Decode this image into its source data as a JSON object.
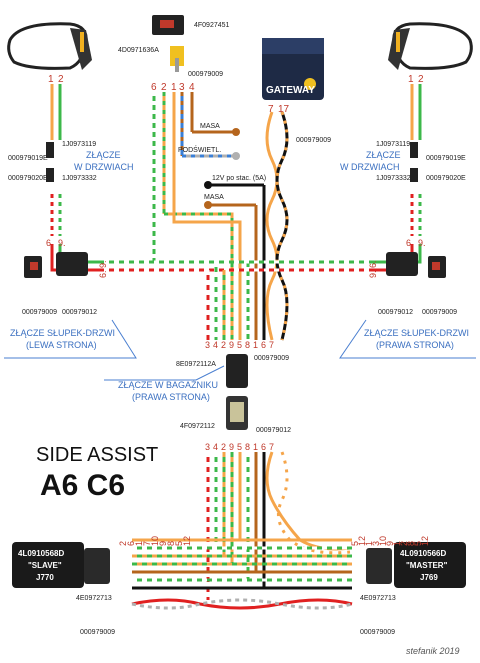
{
  "title": {
    "line1": "SIDE ASSIST",
    "line2": "A6 C6"
  },
  "signature": "stefanik 2019",
  "parts": {
    "top_connector_code": "4F0927451",
    "top_connector_alt": "4D0971636A",
    "top_pin_code": "000979009",
    "gateway_label": "GATEWAY",
    "gateway_pin_code": "000979009",
    "door_left": {
      "label_line1": "ZŁĄCZE",
      "label_line2": "W DRZWIACH",
      "code_a": "1J0973119",
      "code_b": "000979019E",
      "code_c": "000979020E",
      "code_d": "1J0973332"
    },
    "door_right": {
      "label_line1": "ZŁĄCZE",
      "label_line2": "W DRZWIACH",
      "code_a": "1J0973119",
      "code_b": "000979019E",
      "code_c": "1J0973332",
      "code_d": "000979020E"
    },
    "pillar_left": {
      "label_line1": "ZŁĄCZE SŁUPEK-DRZWI",
      "label_line2": "(LEWA STRONA)",
      "pin_a": "000979009",
      "pin_b": "000979012"
    },
    "pillar_right": {
      "label_line1": "ZŁĄCZE SŁUPEK-DRZWI",
      "label_line2": "(PRAWA STRONA)",
      "pin_a": "000979012",
      "pin_b": "000979009"
    },
    "trunk": {
      "code_top": "8E0972112A",
      "pin_top": "000979009",
      "label_line1": "ZŁĄCZE W BAGAŻNIKU",
      "label_line2": "(PRAWA STRONA)",
      "code_bottom": "4F0972112",
      "pin_bottom": "000979012"
    },
    "slave": {
      "code": "4L0910568D",
      "name": "\"SLAVE\"",
      "id": "J770",
      "conn": "4E0972713",
      "pin": "000979009"
    },
    "master": {
      "code": "4L0910566D",
      "name": "\"MASTER\"",
      "id": "J769",
      "conn": "4E0972713",
      "pin": "000979009"
    }
  },
  "wire_labels": {
    "masa_1": "MASA",
    "podswietl": "PODŚWIETL.",
    "power": "12V po stac. (5A)",
    "masa_2": "MASA"
  },
  "pin_numbers": {
    "top_connector": [
      "6",
      "2",
      "1",
      "3",
      "4"
    ],
    "gateway": [
      "7",
      "17"
    ],
    "mirror_left": [
      "1",
      "2"
    ],
    "mirror_right": [
      "1",
      "2"
    ],
    "door_left_bottom": [
      "6.",
      "9."
    ],
    "door_right_bottom": [
      "6.",
      "9."
    ],
    "pillar_left_side": [
      "9.",
      "6."
    ],
    "pillar_right_side": [
      "6.",
      "9."
    ],
    "trunk_top_row": [
      "3",
      "4",
      "2",
      "9",
      "5",
      "8",
      "1",
      "6",
      "7"
    ],
    "trunk_bottom_row": [
      "3",
      "4",
      "2",
      "9",
      "5",
      "8",
      "1",
      "6",
      "7"
    ],
    "slave_side": [
      "2",
      "6",
      "1",
      "7",
      "10",
      "9",
      "8",
      "5",
      "12"
    ],
    "master_side": [
      "5",
      "12",
      "1",
      "3",
      "10",
      "9",
      "1",
      "2",
      "8",
      "5",
      "12"
    ]
  },
  "colors": {
    "orange": "#f5a54a",
    "green": "#3cb84a",
    "brown": "#b5651d",
    "red": "#e02020",
    "gray": "#b0b0b0",
    "blue": "#3a7fd6",
    "black": "#111111",
    "yellow": "#ffe45c",
    "light_blue_line": "#4a7fd0",
    "pin_red": "#c0392b"
  }
}
